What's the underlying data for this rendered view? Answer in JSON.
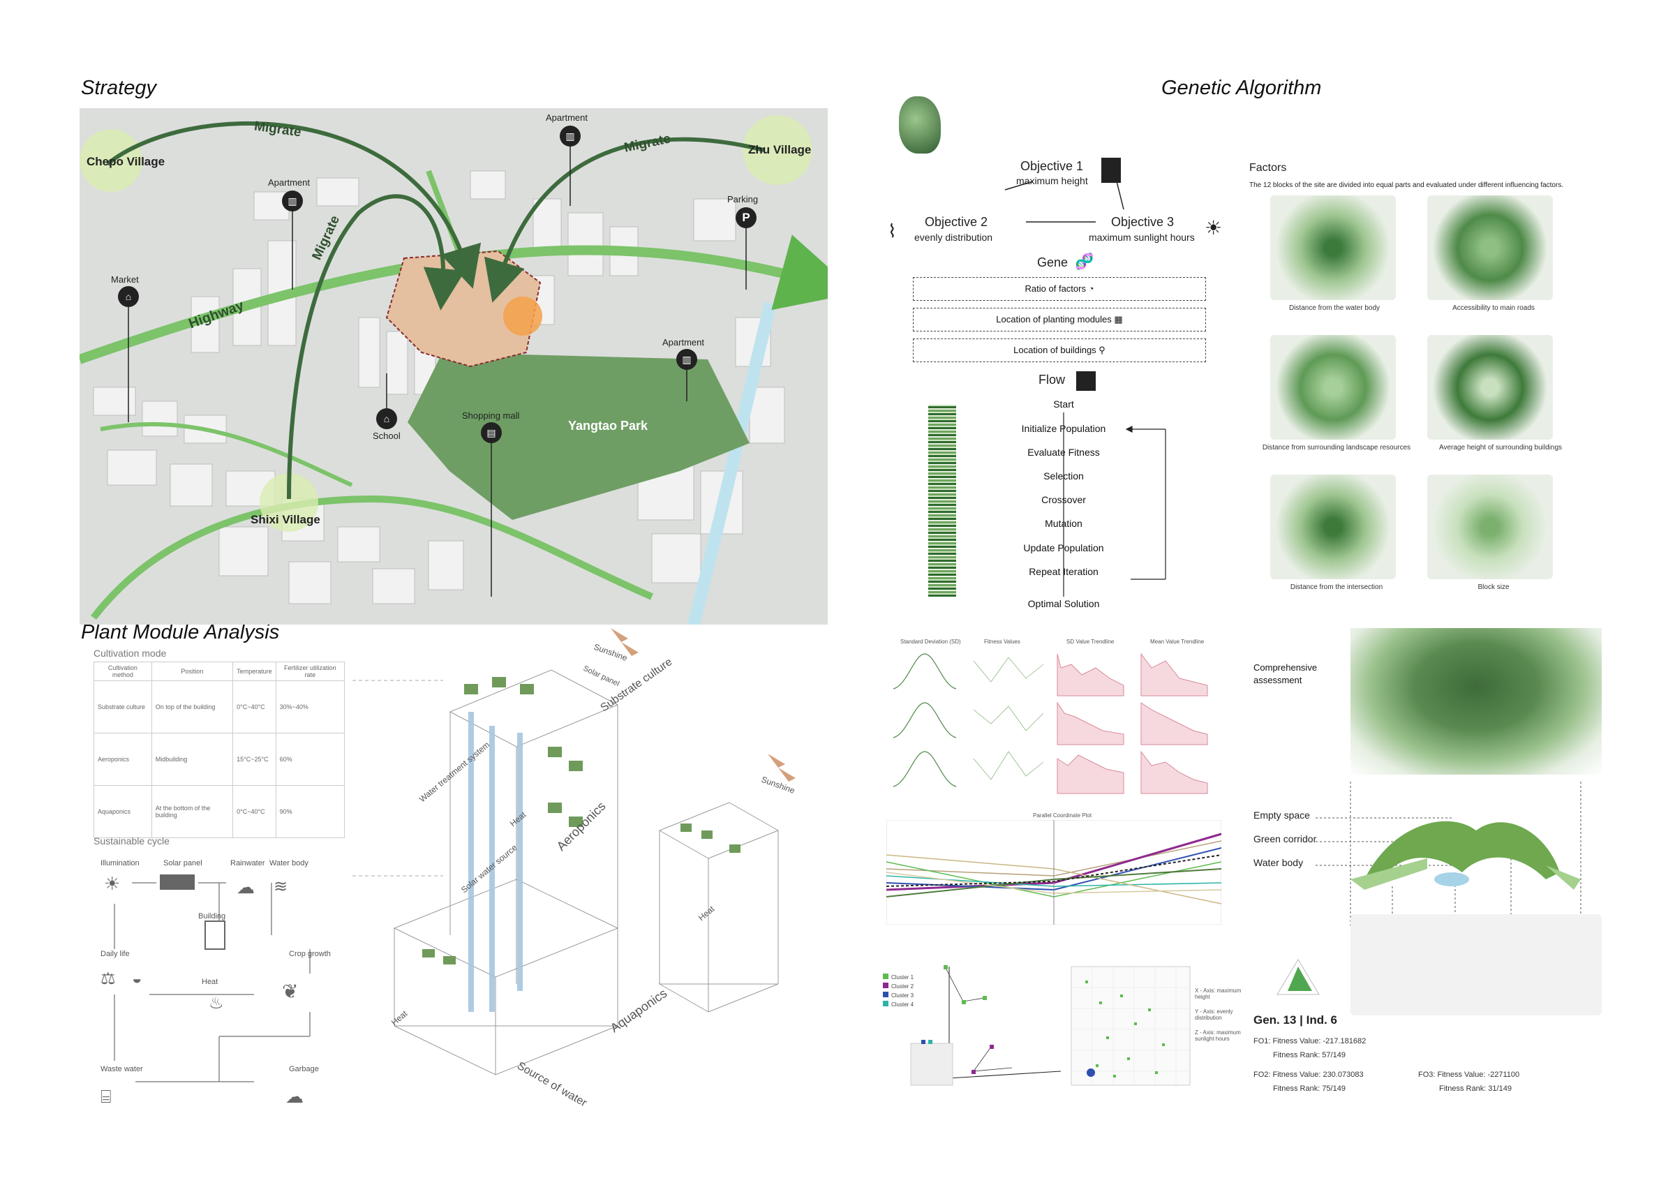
{
  "sections": {
    "strategy": "Strategy",
    "genetic": "Genetic Algorithm",
    "plant": "Plant Module Analysis"
  },
  "map": {
    "villages": [
      "Chepo Village",
      "Zhu Village",
      "Shixi Village"
    ],
    "migrate": "Migrate",
    "highway": "Highway",
    "park": "Yangtao Park",
    "pois": {
      "apartment": "Apartment",
      "parking": "Parking",
      "market": "Market",
      "school": "School",
      "mall": "Shopping mall"
    }
  },
  "ga": {
    "obj1": "Objective 1",
    "obj1_sub": "maximum height",
    "obj2": "Objective 2",
    "obj2_sub": "evenly distribution",
    "obj3": "Objective 3",
    "obj3_sub": "maximum sunlight hours",
    "gene": "Gene",
    "gene_items": [
      "Ratio of factors",
      "Location of planting modules",
      "Location of buildings"
    ],
    "flow": "Flow",
    "flow_steps": [
      "Start",
      "Initialize Population",
      "Evaluate Fitness",
      "Selection",
      "Crossover",
      "Mutation",
      "Update Population",
      "Repeat Iteration",
      "Optimal Solution"
    ]
  },
  "factors": {
    "title": "Factors",
    "desc": "The 12 blocks of the site are divided into equal parts and evaluated under different influencing factors.",
    "items": [
      "Distance from the water body",
      "Accessibility to main roads",
      "Distance from surrounding landscape resources",
      "Average height of surrounding buildings",
      "Distance from the intersection",
      "Block size"
    ]
  },
  "charts": {
    "titles": [
      "Standard Deviation (SD)",
      "Fitness Values",
      "SD Value Trendline",
      "Mean Value Trendline"
    ],
    "parallel": "Parallel Coordinate Plot",
    "clusters": [
      "Cluster 1",
      "Cluster 2",
      "Cluster 3",
      "Cluster 4"
    ],
    "cluster_colors": [
      "#5dbb4f",
      "#8e2a8e",
      "#2d4fb0",
      "#2bb5a8"
    ],
    "axis_notes": [
      "X - Axis: maximum height",
      "Y - Axis: evenly distribution",
      "Z - Axis: maximum sunlight hours"
    ]
  },
  "assessment": {
    "title": "Comprehensive assessment",
    "legend": [
      "Empty space",
      "Green corridor",
      "Water body"
    ],
    "gen": "Gen. 13 | Ind. 6",
    "fo1": "FO1:  Fitness Value: -217.181682",
    "fo1_rank": "Fitness Rank: 57/149",
    "fo2": "FO2:  Fitness Value: 230.073083",
    "fo2_rank": "Fitness Rank: 75/149",
    "fo3": "FO3:  Fitness Value: -2271100",
    "fo3_rank": "Fitness Rank: 31/149"
  },
  "cultivation": {
    "title": "Cultivation mode",
    "headers": [
      "Cultivation method",
      "Position",
      "Temperature",
      "Fertilizer utilization rate"
    ],
    "rows": [
      {
        "method": "Substrate culture",
        "position": "On top of the building",
        "temp": "0°C~40°C",
        "rate": "30%~40%"
      },
      {
        "method": "Aeroponics",
        "position": "Midbuilding",
        "temp": "15°C~25°C",
        "rate": "60%"
      },
      {
        "method": "Aquaponics",
        "position": "At the bottom of the building",
        "temp": "0°C~40°C",
        "rate": "90%"
      }
    ]
  },
  "cycle": {
    "title": "Sustainable cycle",
    "nodes": [
      "Illumination",
      "Solar panel",
      "Rainwater",
      "Water body",
      "Building",
      "Daily life",
      "Heat",
      "Crop growth",
      "Waste water",
      "Garbage"
    ]
  },
  "axon": {
    "sunshine": "Sunshine",
    "solar": "Solar panel",
    "substrate": "Substrate culture",
    "aeroponics": "Aeroponics",
    "aquaponics": "Aquaponics",
    "water_treat": "Water treatment system",
    "solar_source": "Solar water source",
    "source_water": "Source of water",
    "heat": "Heat"
  }
}
